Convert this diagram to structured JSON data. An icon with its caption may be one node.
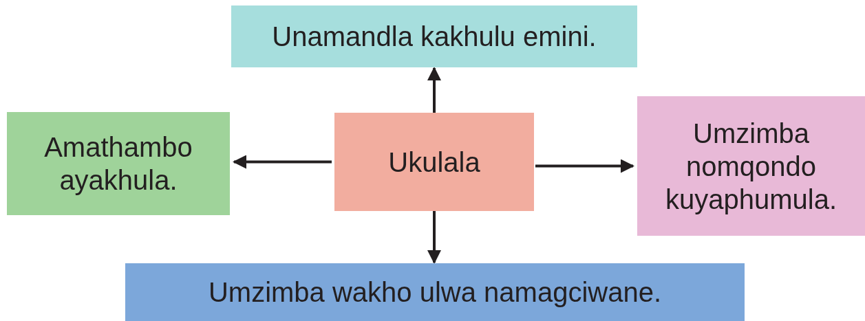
{
  "diagram": {
    "nodes": [
      {
        "text": [
          "Unamandla kakhulu emini."
        ]
      },
      {
        "text": [
          "Amathambo ayakhula."
        ]
      },
      {
        "text": [
          "Ukulala"
        ]
      },
      {
        "text": [
          "Umzimba nomqondo kuyaphumula."
        ]
      },
      {
        "text": [
          "Umzimba wakho ulwa namagciwane."
        ]
      }
    ],
    "edges": [
      {
        "from": 2,
        "to": 0,
        "arrow": "to"
      },
      {
        "from": 2,
        "to": 1,
        "arrow": "to"
      },
      {
        "from": 2,
        "to": 3,
        "arrow": "to"
      },
      {
        "from": 2,
        "to": 4,
        "arrow": "to"
      }
    ]
  }
}
